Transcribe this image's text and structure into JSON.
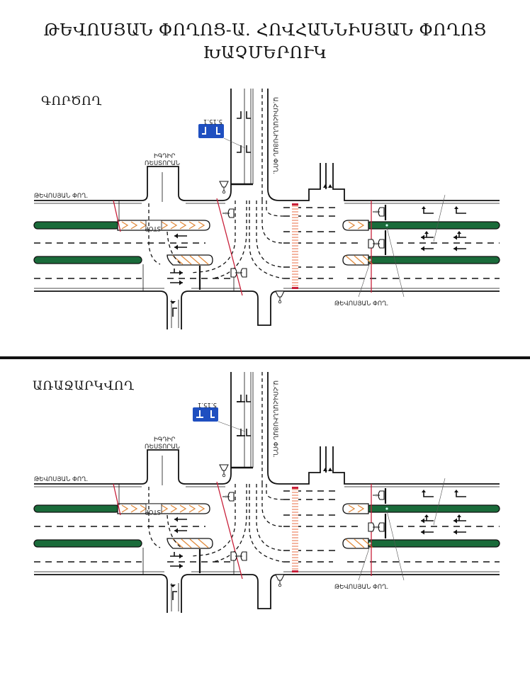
{
  "title": {
    "line1": "ԹԵՎՈՍՅԱՆ ՓՈՂՈՑ-Ա. ՀՈՎՀԱՆՆԻՍՅԱՆ ՓՈՂՈՑ",
    "line2": "ԽԱՉՄԵՐՈՒԿ"
  },
  "sections": [
    {
      "label": "ԳՈՐԾՈՂ",
      "sign_code": "5.15.1",
      "restaurant_label_line1": "ԻԳԴԻՐ",
      "restaurant_label_line2": "ՌԵՍՏՈՐԱՆ",
      "street_left": "ԹԵՎՈՍՅԱՆ ՓՈՂ.",
      "street_right": "ԹԵՎՈՍՅԱՆ ՓՈՂ.",
      "street_vertical": "Ա.ՀՈՎՀԱՆՆԻՍՅԱՆ ՓՈՂ.",
      "stop_text": "STOP"
    },
    {
      "label": "ԱՌԱՋԱՐԿՎՈՂ",
      "sign_code": "5.15.1",
      "restaurant_label_line1": "ԻԳԴԻՐ",
      "restaurant_label_line2": "ՌԵՍՏՈՐԱՆ",
      "street_left": "ԹԵՎՈՍՅԱՆ ՓՈՂ.",
      "street_right": "ԹԵՎՈՍՅԱՆ ՓՈՂ.",
      "street_vertical": "Ա.ՀՈՎՀԱՆՆԻՍՅԱՆ ՓՈՂ.",
      "stop_text": "STOP"
    }
  ],
  "colors": {
    "median_green": "#1a6b3a",
    "hatch_orange": "#e08a3c",
    "red_line": "#c8203a",
    "sign_blue": "#1f4fc0",
    "crossing_pink": "#f2a48a"
  },
  "icons": {
    "traffic_light": "traffic-light-icon",
    "lane_arrow": "lane-arrow-icon",
    "road_sign": "road-sign-5-15-1-icon"
  }
}
